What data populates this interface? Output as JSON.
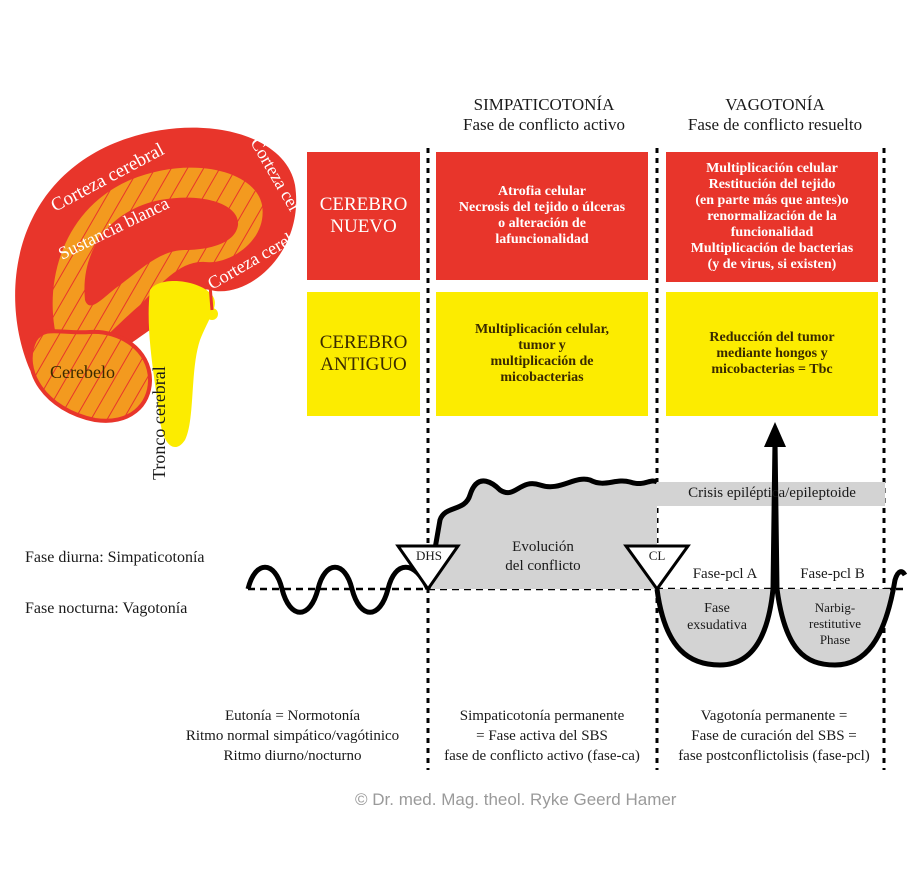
{
  "headers": {
    "sympathicotonia": {
      "title": "SIMPATICOTONÍA",
      "subtitle": "Fase de conflicto activo"
    },
    "vagotonia": {
      "title": "VAGOTONÍA",
      "subtitle": "Fase de conflicto resuelto"
    }
  },
  "rows": {
    "new_brain": {
      "label": "CEREBRO\nNUEVO",
      "active_phase": "Atrofia celular\nNecrosis del tejido o úlceras\no alteración de\nlafuncionalidad",
      "healing_phase": "Multiplicación celular\nRestitución del tejido\n(en parte más que antes)o\nrenormalización de la\nfuncionalidad\nMultiplicación de bacterias\n(y de virus, si existen)"
    },
    "old_brain": {
      "label": "CEREBRO\nANTIGUO",
      "active_phase": "Multiplicación celular,\ntumor y\nmultiplicación de\nmicobacterias",
      "healing_phase": "Reducción del tumor\nmediante hongos y\nmicobacterias = Tbc"
    }
  },
  "brain_labels": {
    "cortex_top": "Corteza cerebral",
    "cortex_right": "Corteza cer",
    "cortex_inner": "Corteza cerebral",
    "white_matter": "Sustancia blanca",
    "cerebellum": "Cerebelo",
    "brainstem": "Tronco cerebral"
  },
  "curve_labels": {
    "day_phase": "Fase diurna: Simpaticotonía",
    "night_phase": "Fase nocturna: Vagotonía",
    "dhs": "DHS",
    "cl": "CL",
    "evolution": "Evolución\ndel conflicto",
    "crisis": "Crisis epiléptica/epileptoide",
    "pcl_a": "Fase-pcl A",
    "pcl_b": "Fase-pcl B",
    "exudative": "Fase\nexsudativa",
    "scar": "Narbig-\nrestitutive\nPhase"
  },
  "footer": {
    "normal": "Eutonía = Normotonía\nRitmo normal simpático/vagótinico\nRitmo diurno/nocturno",
    "active": "Simpaticotonía permanente\n= Fase activa del SBS\nfase de conflicto activo (fase-ca)",
    "healing": "Vagotonía permanente =\nFase de curación del SBS =\nfase postconflictolisis (fase-pcl)"
  },
  "copyright": "© Dr. med. Mag. theol. Ryke Geerd Hamer",
  "colors": {
    "red": "#e8352b",
    "yellow": "#fcec00",
    "orange": "#f39a1f",
    "gray": "#d3d3d3"
  }
}
